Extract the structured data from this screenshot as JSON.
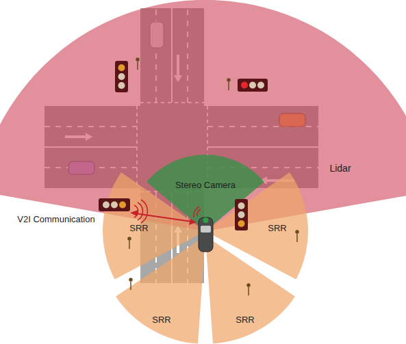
{
  "diagram": {
    "nodes": [
      {
        "text": [
          "Lidar"
        ]
      },
      {
        "text": [
          "Stereo Camera"
        ]
      },
      {
        "text": [
          "SRR"
        ]
      },
      {
        "text": [
          "SRR"
        ]
      },
      {
        "text": [
          "SRR"
        ]
      },
      {
        "text": [
          "SRR"
        ]
      }
    ],
    "labels": [
      "V2I Communication"
    ]
  }
}
